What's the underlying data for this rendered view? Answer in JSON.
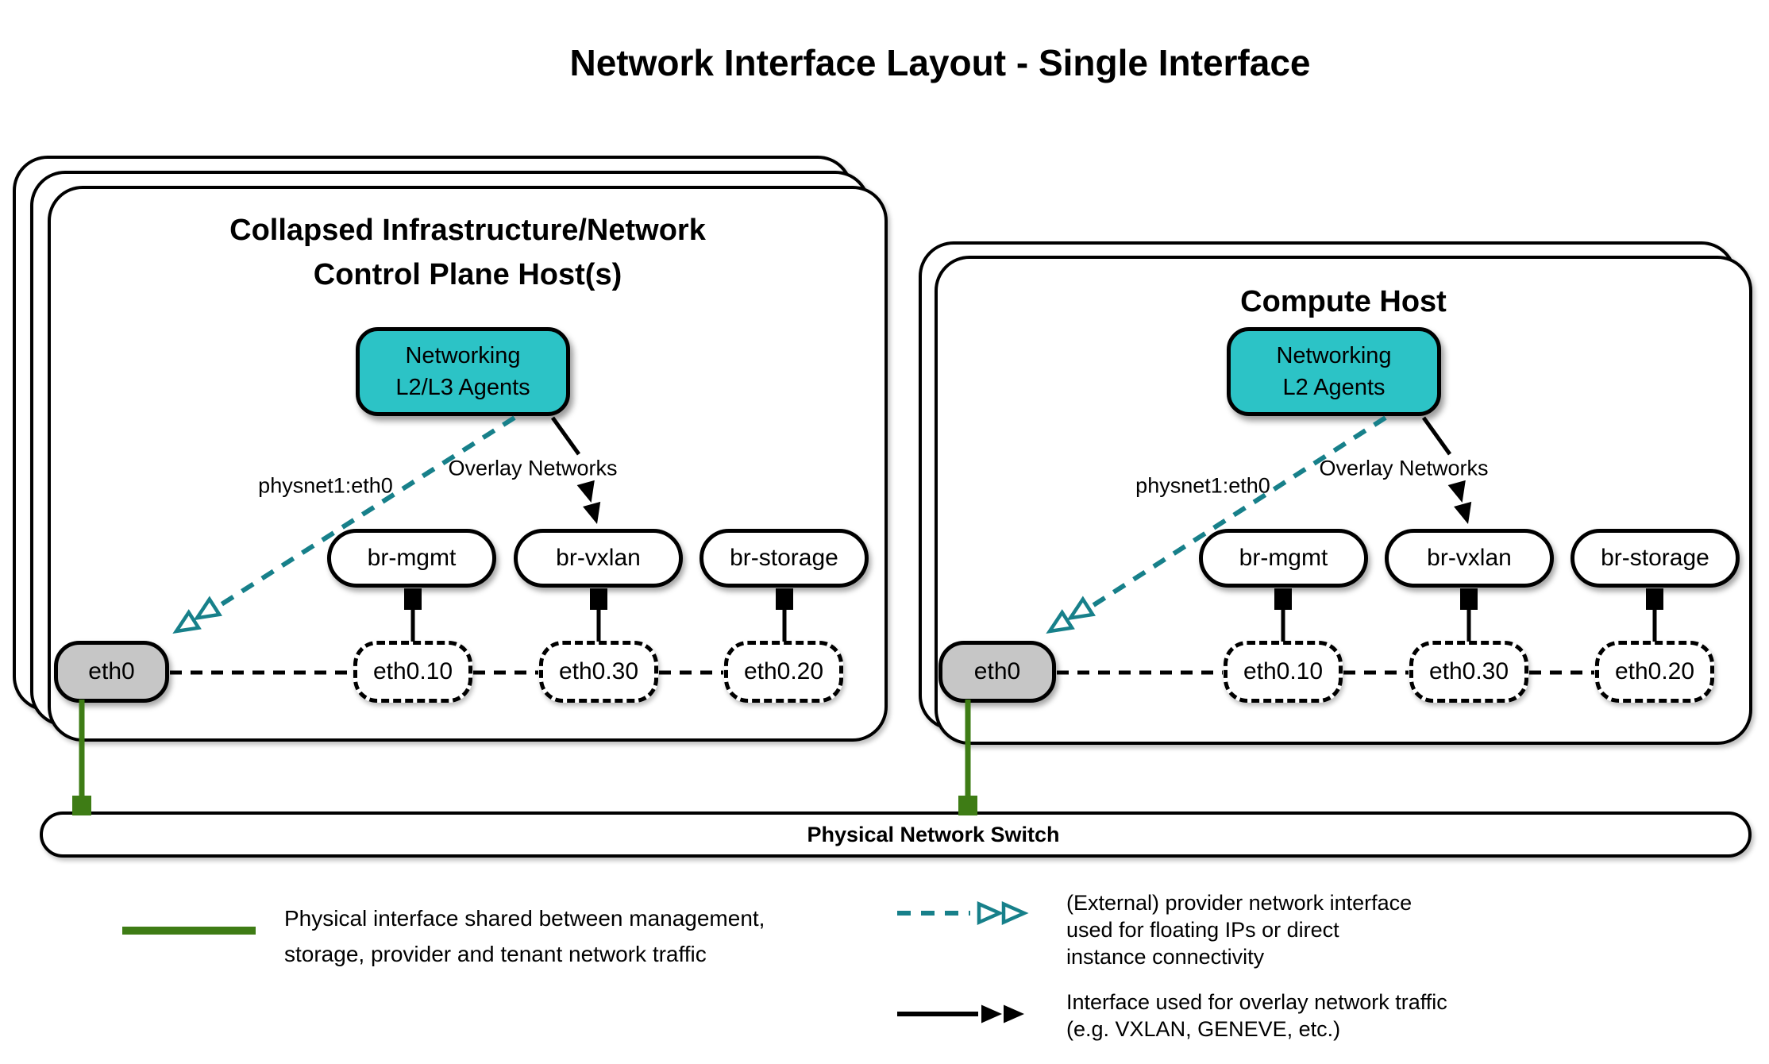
{
  "title": "Network Interface Layout - Single Interface",
  "colors": {
    "agent_fill": "#2cc3c6",
    "provider_arrow": "#17808a",
    "physical_green": "#3e7c15",
    "interface_gray": "#c6c6c6",
    "line_black": "#000000"
  },
  "hosts": [
    {
      "title": "Collapsed Infrastructure/Network\nControl Plane Host(s)",
      "agent": "Networking\nL2/L3 Agents",
      "provider_label": "physnet1:eth0",
      "overlay_label": "Overlay Networks",
      "bridges": [
        "br-mgmt",
        "br-vxlan",
        "br-storage"
      ],
      "physical_interface": "eth0",
      "vlan_interfaces": [
        "eth0.10",
        "eth0.30",
        "eth0.20"
      ]
    },
    {
      "title": "Compute Host",
      "agent": "Networking\nL2 Agents",
      "provider_label": "physnet1:eth0",
      "overlay_label": "Overlay Networks",
      "bridges": [
        "br-mgmt",
        "br-vxlan",
        "br-storage"
      ],
      "physical_interface": "eth0",
      "vlan_interfaces": [
        "eth0.10",
        "eth0.30",
        "eth0.20"
      ]
    }
  ],
  "switch_label": "Physical Network Switch",
  "legend": [
    {
      "swatch": "physical-line",
      "text": "Physical interface shared between management,\nstorage, provider and tenant network traffic"
    },
    {
      "swatch": "provider-arrow",
      "text": "(External) provider network interface\nused for floating IPs or direct\ninstance connectivity"
    },
    {
      "swatch": "overlay-arrow",
      "text": "Interface used for overlay network traffic\n(e.g. VXLAN, GENEVE, etc.)"
    }
  ]
}
